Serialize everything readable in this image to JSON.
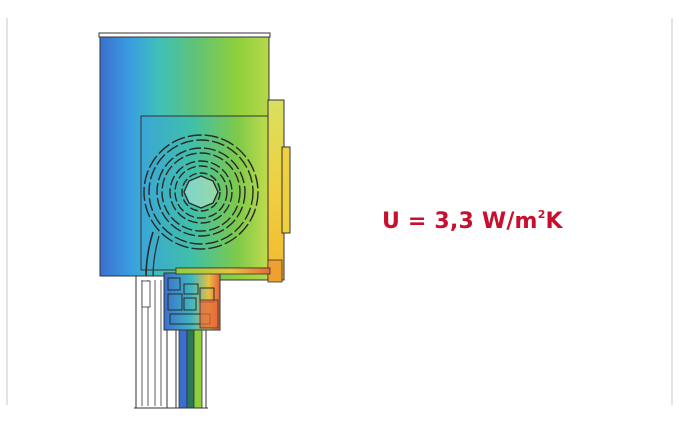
{
  "u_value": {
    "prefix": "U = 3,3 W/m",
    "superscript": "2",
    "suffix": "K"
  },
  "colors": {
    "accent": "#c8102e",
    "cold": "#3a6fd0",
    "mid": "#3fc0a0",
    "warm": "#8ecf3c",
    "hot": "#f2c230"
  }
}
